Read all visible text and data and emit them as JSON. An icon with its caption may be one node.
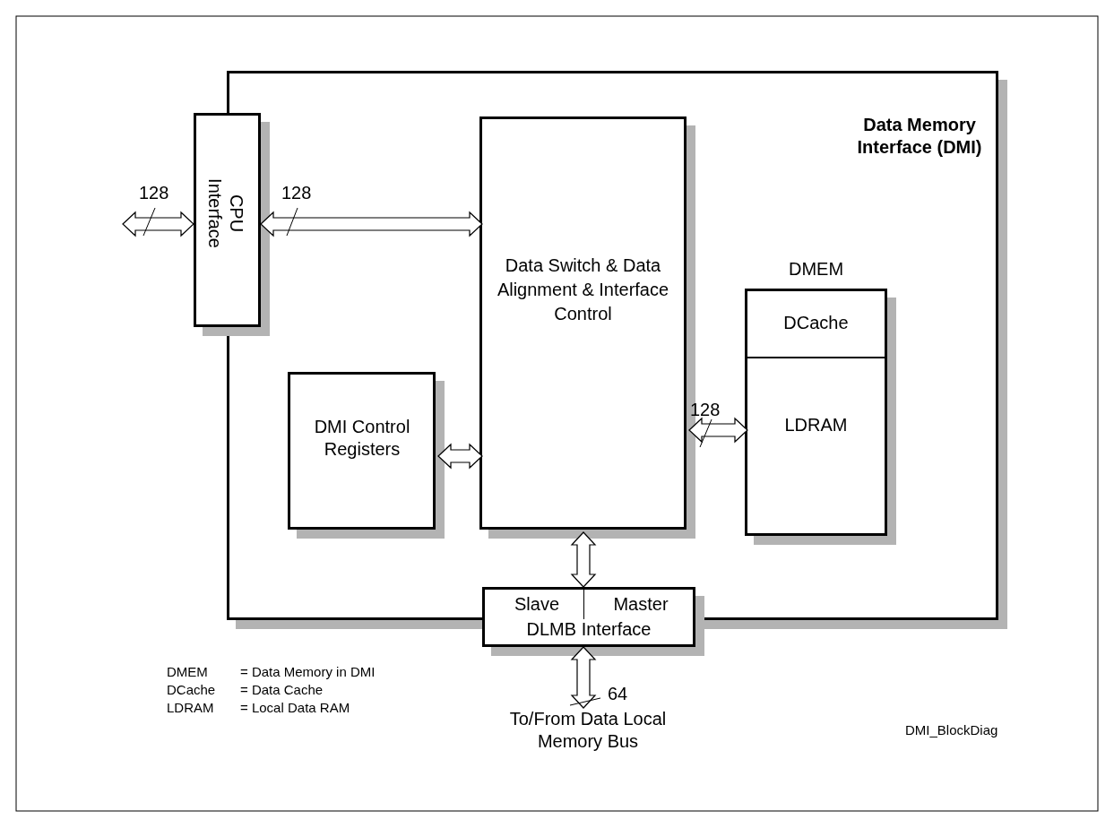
{
  "diagram": {
    "nodes": [
      {
        "text": [
          "Data Memory Interface (DMI)"
        ]
      },
      {
        "text": [
          "CPU Interface"
        ]
      },
      {
        "text": [
          "Data Switch & Data Alignment & Interface Control"
        ],
        "in": 0
      },
      {
        "text": [
          "DMI Control Registers"
        ],
        "in": 0
      },
      {
        "text": [
          "DMEM"
        ],
        "in": 0
      },
      {
        "text": [
          "DCache"
        ],
        "in": 4
      },
      {
        "text": [
          "LDRAM"
        ],
        "in": 4
      },
      {
        "text": [
          "Slave",
          "Master",
          "DLMB Interface"
        ]
      },
      {
        "text": [
          "To/From Data Local Memory Bus"
        ]
      }
    ],
    "edges": [
      {
        "from": null,
        "to": 1,
        "arrow": "both",
        "label": "128"
      },
      {
        "from": 1,
        "to": 2,
        "arrow": "both",
        "label": "128"
      },
      {
        "from": 3,
        "to": 2,
        "arrow": "both"
      },
      {
        "from": 2,
        "to": 6,
        "arrow": "both",
        "label": "128"
      },
      {
        "from": 2,
        "to": 7,
        "arrow": "both"
      },
      {
        "from": 7,
        "to": 8,
        "arrow": "both",
        "label": "64"
      }
    ],
    "labels": [
      "DMEM",
      "= Data Memory in DMI",
      "DCache",
      "= Data Cache",
      "LDRAM",
      "= Local Data RAM",
      "DMI_BlockDiag"
    ]
  }
}
